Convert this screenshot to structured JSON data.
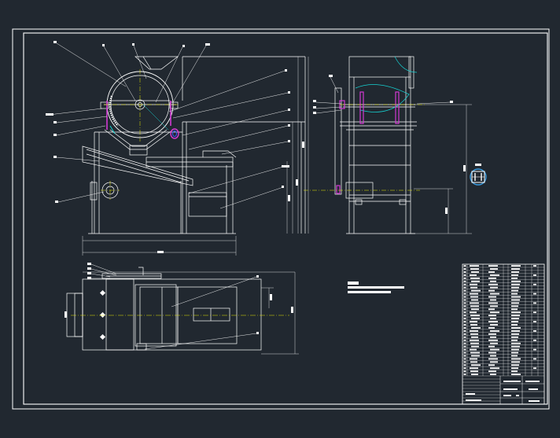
{
  "drawing": {
    "background": "#212830",
    "colors": {
      "line": "#ffffff",
      "center": "#e8e800",
      "accent_cyan": "#16d3d3",
      "accent_magenta": "#d23ad2",
      "accent_blue": "#3a52e0"
    },
    "views": [
      "front-elevation",
      "side-elevation",
      "plan-view"
    ],
    "detail_badge_icon": "detail-symbol",
    "title_block": {
      "rows": 36,
      "columns": 7
    }
  }
}
